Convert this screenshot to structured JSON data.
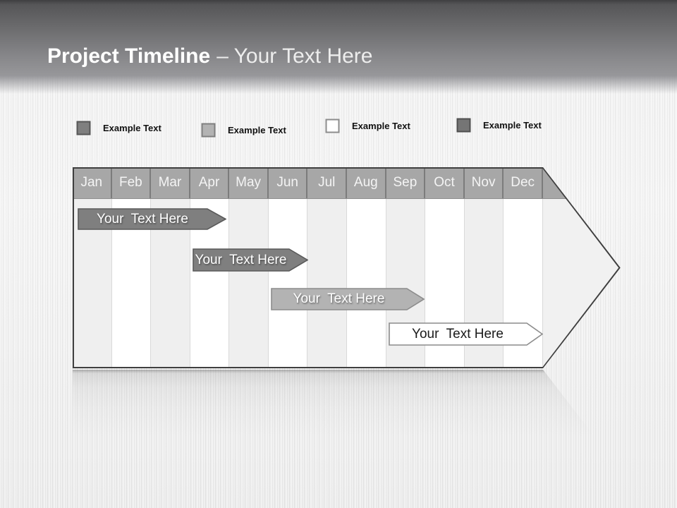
{
  "header": {
    "title_bold": "Project Timeline",
    "title_light": "– Your Text Here"
  },
  "legend": {
    "items": [
      {
        "label": "Example Text",
        "color": "#7f7f7f",
        "border": "#565656"
      },
      {
        "label": "Example Text",
        "color": "#b3b3b3",
        "border": "#7f7f7f"
      },
      {
        "label": "Example Text",
        "color": "#ffffff",
        "border": "#8c8c8c"
      },
      {
        "label": "Example Text",
        "color": "#757575",
        "border": "#4f4f4f"
      }
    ]
  },
  "timeline": {
    "months": [
      "Jan",
      "Feb",
      "Mar",
      "Apr",
      "May",
      "Jun",
      "Jul",
      "Aug",
      "Sep",
      "Oct",
      "Nov",
      "Dec"
    ],
    "header_fill": "#a7a7a7",
    "outline_color": "#3f3f3f",
    "bars": [
      {
        "label": "Your  Text Here",
        "fill": "#7f7f7f",
        "stroke": "#5a5a5a",
        "text_color": "#ffffff",
        "start_month": "Jan",
        "end_month": "Mar"
      },
      {
        "label": "Your  Text Here",
        "fill": "#7f7f7f",
        "stroke": "#5a5a5a",
        "text_color": "#ffffff",
        "start_month": "Apr",
        "end_month": "Jun"
      },
      {
        "label": "Your  Text Here",
        "fill": "#b3b3b3",
        "stroke": "#8c8c8c",
        "text_color": "#ffffff",
        "start_month": "Jun",
        "end_month": "Sep"
      },
      {
        "label": "Your  Text Here",
        "fill": "#ffffff",
        "stroke": "#8c8c8c",
        "text_color": "#1a1a1a",
        "start_month": "Sep",
        "end_month": "Dec"
      }
    ]
  }
}
